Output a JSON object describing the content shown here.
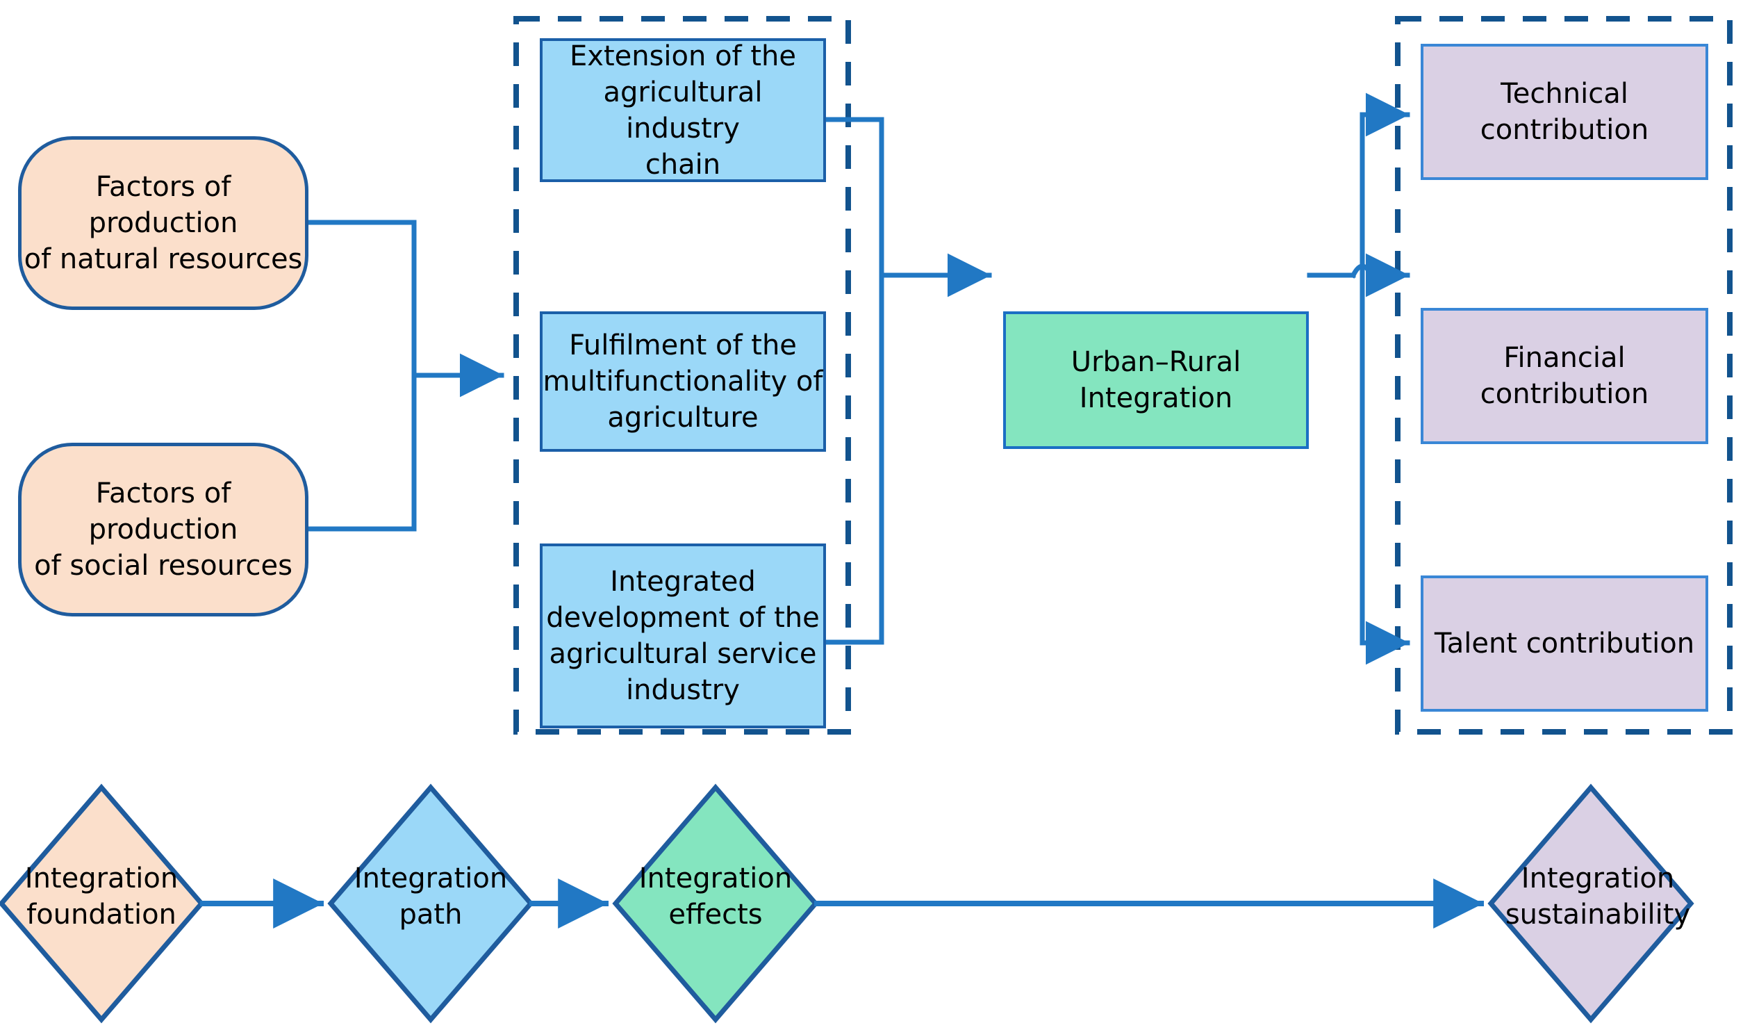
{
  "diagram": {
    "title": "Urban-Rural Integration framework",
    "colors": {
      "peach_fill": "#FBDFCB",
      "blue_fill": "#9BD8F8",
      "green_fill": "#84E5BF",
      "purple_fill": "#DAD0E4",
      "stroke_dark_blue": "#1F5C9E",
      "stroke_mid_blue": "#1B6FC4",
      "stroke_light_blue": "#3A87D6",
      "connector_blue": "#2178C4",
      "dashed_border": "#12538E",
      "background": "#FFFFFF"
    }
  },
  "foundation": {
    "group_name": "Integration foundation",
    "nodes": [
      {
        "id": "natural-resources",
        "label": "Factors of production\nof natural resources"
      },
      {
        "id": "social-resources",
        "label": "Factors of production\nof social resources"
      }
    ]
  },
  "path_group": {
    "group_name": "Integration path",
    "dashed": true,
    "nodes": [
      {
        "id": "industry-chain",
        "label": "Extension of the\nagricultural industry\nchain"
      },
      {
        "id": "multifunctionality",
        "label": "Fulfilment  of the\nmultifunctionality of\nagriculture"
      },
      {
        "id": "service-industry",
        "label": "Integrated\ndevelopment of the\nagricultural service\nindustry"
      }
    ]
  },
  "effects": {
    "group_name": "Integration effects",
    "nodes": [
      {
        "id": "urban-rural-integration",
        "label": "Urban–Rural\nIntegration"
      }
    ]
  },
  "sustainability": {
    "group_name": "Integration sustainability",
    "dashed": true,
    "nodes": [
      {
        "id": "technical-contribution",
        "label": "Technical contribution"
      },
      {
        "id": "financial-contribution",
        "label": "Financial contribution"
      },
      {
        "id": "talent-contribution",
        "label": "Talent contribution"
      }
    ]
  },
  "stages": [
    {
      "id": "integration-foundation",
      "label": "Integration\nfoundation",
      "fill": "#FBDFCB"
    },
    {
      "id": "integration-path",
      "label": "Integration\npath",
      "fill": "#9BD8F8"
    },
    {
      "id": "integration-effects",
      "label": "Integration\neffects",
      "fill": "#84E5BF"
    },
    {
      "id": "integration-sustainability",
      "label": "Integration\nsustainability",
      "fill": "#DAD0E4"
    }
  ]
}
